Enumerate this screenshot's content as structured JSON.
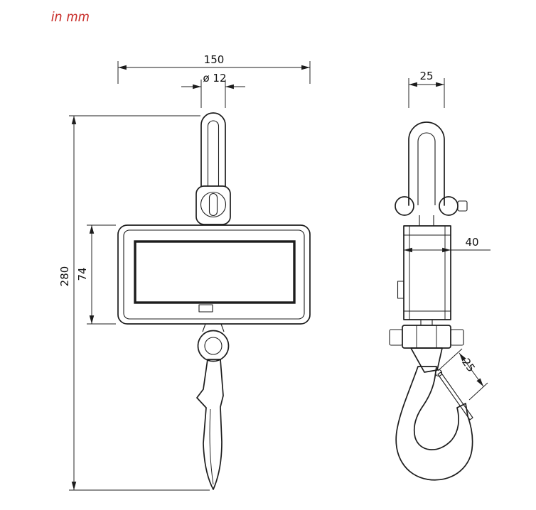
{
  "note": {
    "units_label": "in mm",
    "color": "#c9302c"
  },
  "drawing": {
    "line_color": "#1c1c1c",
    "front_view": {
      "dim_width": "150",
      "dim_eye_diameter": "ø 12",
      "dim_total_height": "280",
      "dim_display_height": "74"
    },
    "side_view": {
      "dim_shackle_width": "25",
      "dim_body_depth": "40",
      "dim_hook_latch": "25"
    }
  }
}
